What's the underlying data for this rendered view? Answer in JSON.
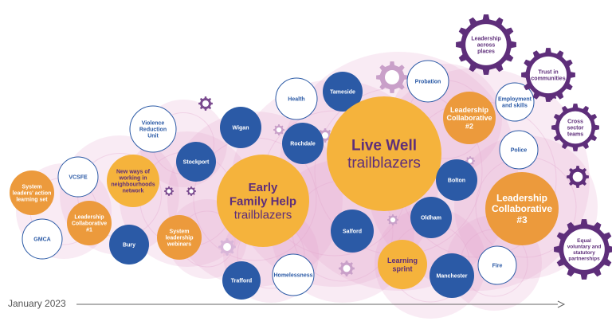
{
  "colors": {
    "navy": "#2b5aa6",
    "orange": "#ec9a3c",
    "yellow": "#f5b33c",
    "white_border": "#2b5aa6",
    "purple": "#5e2e7a",
    "pink": "#e2a6cf",
    "gray": "#555555"
  },
  "timeline": {
    "label": "January 2023"
  },
  "nodes": [
    {
      "id": "system-leaders-action-learning-set",
      "label": "System\nleaders' action\nlearning set",
      "style": "orange"
    },
    {
      "id": "gmca",
      "label": "GMCA",
      "style": "white"
    },
    {
      "id": "vcsfe",
      "label": "VCSFE",
      "style": "white"
    },
    {
      "id": "leadership-collaborative-1",
      "label": "Leadership\nCollaborative\n#1",
      "style": "orange"
    },
    {
      "id": "new-ways-of-working",
      "label": "New ways of\nworking in\nneighbourhoods\nnetwork",
      "style": "yellow"
    },
    {
      "id": "violence-reduction-unit",
      "label": "Violence\nReduction\nUnit",
      "style": "white"
    },
    {
      "id": "bury",
      "label": "Bury",
      "style": "navy"
    },
    {
      "id": "system-leadership-webinars",
      "label": "System\nleadership\nwebinars",
      "style": "orange"
    },
    {
      "id": "stockport",
      "label": "Stockport",
      "style": "navy"
    },
    {
      "id": "wigan",
      "label": "Wigan",
      "style": "navy"
    },
    {
      "id": "early-family-help",
      "label": "Early\nFamily Help",
      "sub": "trailblazers",
      "style": "yellow-big"
    },
    {
      "id": "trafford",
      "label": "Trafford",
      "style": "navy"
    },
    {
      "id": "homelessness",
      "label": "Homelessness",
      "style": "white"
    },
    {
      "id": "health",
      "label": "Health",
      "style": "white"
    },
    {
      "id": "tameside",
      "label": "Tameside",
      "style": "navy"
    },
    {
      "id": "rochdale",
      "label": "Rochdale",
      "style": "navy"
    },
    {
      "id": "live-well",
      "label": "Live Well",
      "sub": "trailblazers",
      "style": "yellow-big"
    },
    {
      "id": "salford",
      "label": "Salford",
      "style": "navy"
    },
    {
      "id": "probation",
      "label": "Probation",
      "style": "white"
    },
    {
      "id": "leadership-collaborative-2",
      "label": "Leadership\nCollaborative\n#2",
      "style": "orange"
    },
    {
      "id": "employment-and-skills",
      "label": "Employment\nand skills",
      "style": "white"
    },
    {
      "id": "police",
      "label": "Police",
      "style": "white"
    },
    {
      "id": "bolton",
      "label": "Bolton",
      "style": "navy"
    },
    {
      "id": "oldham",
      "label": "Oldham",
      "style": "navy"
    },
    {
      "id": "learning-sprint",
      "label": "Learning\nsprint",
      "style": "yellow"
    },
    {
      "id": "manchester",
      "label": "Manchester",
      "style": "navy"
    },
    {
      "id": "fire",
      "label": "Fire",
      "style": "white"
    },
    {
      "id": "leadership-collaborative-3",
      "label": "Leadership\nCollaborative\n#3",
      "style": "orange"
    }
  ],
  "gears": [
    {
      "id": "leadership-across-places",
      "label": "Leadership\nacross\nplaces"
    },
    {
      "id": "trust-in-communities",
      "label": "Trust in\ncommunities"
    },
    {
      "id": "cross-sector-teams",
      "label": "Cross\nsector\nteams"
    },
    {
      "id": "equal-partnerships",
      "label": "Equal\nvoluntary and\nstatutory\npartnerships"
    }
  ]
}
